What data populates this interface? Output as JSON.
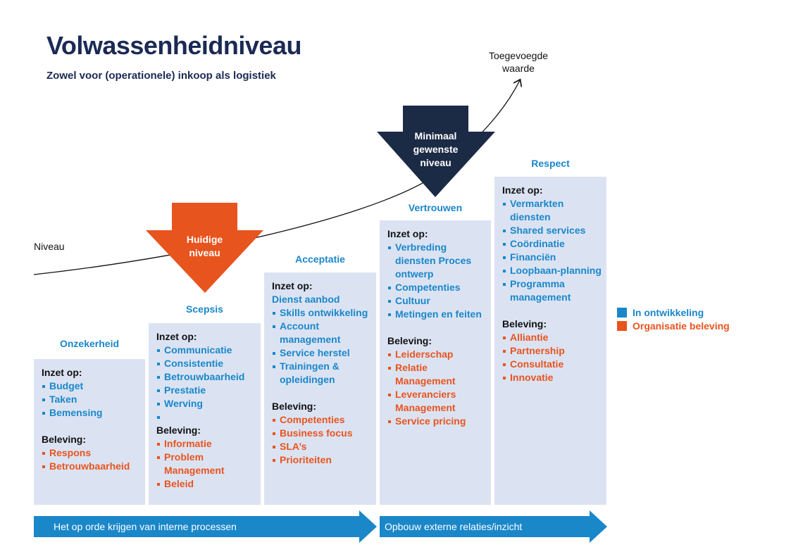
{
  "header": {
    "title": "Volwassenheidniveau",
    "subtitle": "Zowel voor (operationele) inkoop als logistiek"
  },
  "curve": {
    "start_label": "Niveau",
    "end_label_line1": "Toegevoegde",
    "end_label_line2": "waarde"
  },
  "markers": {
    "current": {
      "line1": "Huidige",
      "line2": "niveau",
      "color": "#e8541e"
    },
    "minimum": {
      "line1": "Minimaal",
      "line2": "gewenste",
      "line3": "niveau",
      "color": "#1b2a45"
    }
  },
  "stages": [
    {
      "title": "Onzekerheid",
      "focus_label": "Inzet op:",
      "focus_items": [
        "Budget",
        "Taken",
        "Bemensing"
      ],
      "experience_label": "Beleving:",
      "experience_items": [
        "Respons",
        "Betrouwbaarheid"
      ]
    },
    {
      "title": "Scepsis",
      "focus_label": "Inzet op:",
      "focus_items": [
        "Communicatie",
        "Consistentie",
        "Betrouwbaarheid",
        "Prestatie",
        "Werving",
        ""
      ],
      "experience_label": "Beleving:",
      "experience_items": [
        "Informatie",
        "Problem Management",
        "Beleid"
      ]
    },
    {
      "title": "Acceptatie",
      "focus_label": "Inzet op:",
      "focus_intro": "Dienst aanbod",
      "focus_items": [
        "Skills ontwikkeling",
        "Account management",
        "Service herstel",
        "Trainingen & opleidingen"
      ],
      "experience_label": "Beleving:",
      "experience_items": [
        "Competenties",
        "Business focus",
        "SLA’s",
        "Prioriteiten"
      ]
    },
    {
      "title": "Vertrouwen",
      "focus_label": "Inzet op:",
      "focus_items": [
        "Verbreding diensten Proces ontwerp",
        "Competenties",
        "Cultuur",
        "Metingen en feiten"
      ],
      "experience_label": "Beleving:",
      "experience_items": [
        "Leiderschap",
        "Relatie Management",
        "Leveranciers Management",
        "Service pricing"
      ]
    },
    {
      "title": "Respect",
      "focus_label": "Inzet op:",
      "focus_items": [
        "Vermarkten diensten",
        "Shared services",
        "Coördinatie",
        "Financiën",
        "Loopbaan-planning",
        "Programma management"
      ],
      "experience_label": "Beleving:",
      "experience_items": [
        "Alliantie",
        "Partnership",
        "Consultatie",
        "Innovatie"
      ]
    }
  ],
  "legend": [
    {
      "label": "In ontwikkeling",
      "color": "#1a87c9"
    },
    {
      "label": "Organisatie beleving",
      "color": "#e8541e"
    }
  ],
  "bands": [
    {
      "label": "Het op orde krijgen van interne processen"
    },
    {
      "label": "Opbouw externe relaties/inzicht"
    }
  ],
  "colors": {
    "navy": "#1b2a55",
    "blue": "#1a87c9",
    "orange": "#e8541e",
    "box_fill": "#dbe3f3",
    "band": "#1a87c9"
  }
}
